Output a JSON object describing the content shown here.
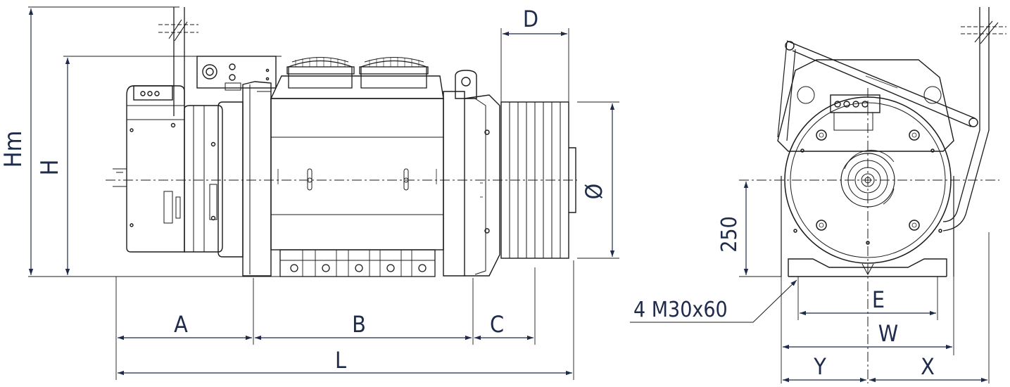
{
  "colors": {
    "line": "#1b1b1b",
    "dimension": "#1f2b4a",
    "background": "#ffffff"
  },
  "front_view": {
    "labels": {
      "hm": "Hm",
      "h": "H",
      "d": "D",
      "a": "A",
      "b": "B",
      "c": "C",
      "l": "L",
      "diameter": "Ø"
    }
  },
  "side_view": {
    "labels": {
      "height_250": "250",
      "bolts": "4 M30x60",
      "e": "E",
      "w": "W",
      "y": "Y",
      "x": "X"
    }
  }
}
